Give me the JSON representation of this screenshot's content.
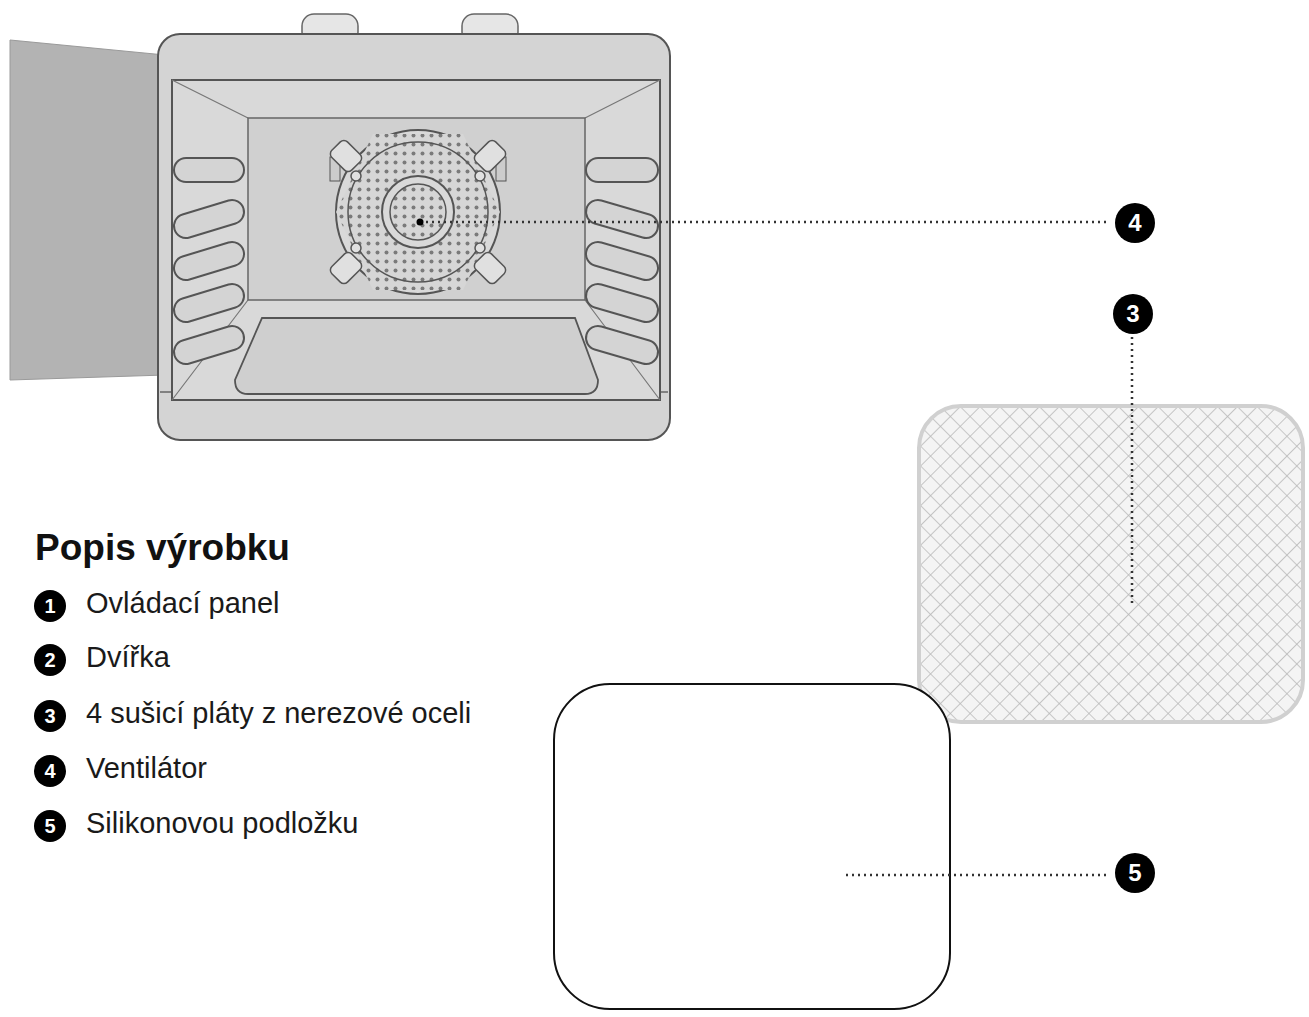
{
  "diagram": {
    "title": "Popis výrobku",
    "labels": [
      "4",
      "3",
      "5",
      "1",
      "Ovládací panel",
      "2",
      "Dvířka",
      "3",
      "4 sušicí pláty z nerezové oceli",
      "4",
      "Ventilátor",
      "5",
      "Silikonovou podložku"
    ]
  }
}
